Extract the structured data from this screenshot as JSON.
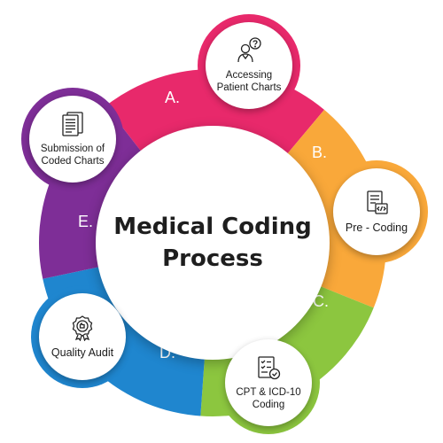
{
  "center": {
    "title": "Medical Coding Process"
  },
  "steps": [
    {
      "letter": "A.",
      "label": "Accessing Patient Charts",
      "color": "#e8296b",
      "icon": "person-question-icon"
    },
    {
      "letter": "B.",
      "label": "Pre - Coding",
      "color": "#f9a83a",
      "icon": "document-code-icon"
    },
    {
      "letter": "C.",
      "label": "CPT & ICD-10 Coding",
      "color": "#8cc63f",
      "icon": "checklist-icon"
    },
    {
      "letter": "D.",
      "label": "Quality Audit",
      "color": "#1f86cf",
      "icon": "award-badge-icon"
    },
    {
      "letter": "E.",
      "label": "Submission of Coded Charts",
      "color": "#7e2e97",
      "icon": "document-list-icon"
    }
  ]
}
